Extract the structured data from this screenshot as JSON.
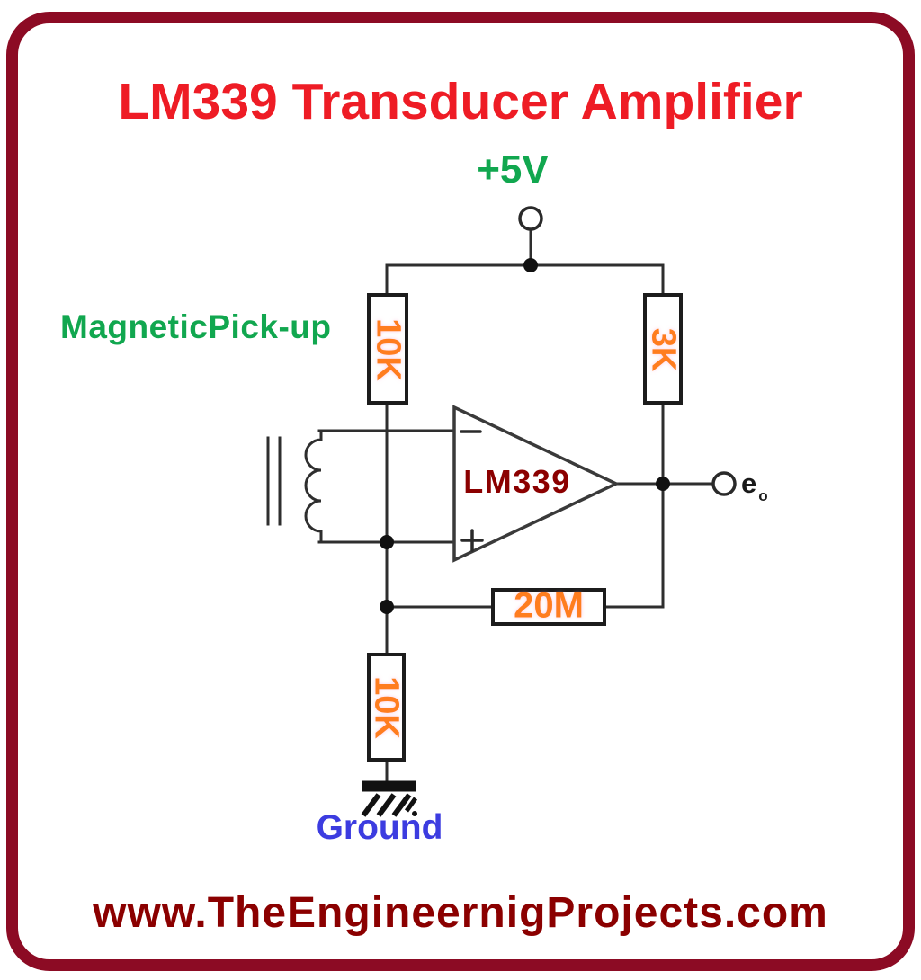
{
  "page": {
    "title": "LM339 Transducer Amplifier",
    "website": "www.TheEngineernigProjects.com"
  },
  "labels": {
    "supply": "+5V",
    "pickup": "MagneticPick-up",
    "ground": "Ground",
    "opamp": "LM339",
    "output_main": "e",
    "output_sub": "o"
  },
  "components": {
    "r1": {
      "value": "10K",
      "orientation": "vertical",
      "position": "top-left"
    },
    "r2": {
      "value": "3K",
      "orientation": "vertical",
      "position": "top-right"
    },
    "r3": {
      "value": "20M",
      "orientation": "horizontal",
      "position": "feedback"
    },
    "r4": {
      "value": "10K",
      "orientation": "vertical",
      "position": "bottom"
    }
  },
  "colors": {
    "border": "#8C0B24",
    "title": "#EE1C25",
    "green": "#11A74F",
    "orange": "#FF7D1F",
    "blue": "#3C3CE0",
    "maroon": "#8B0000",
    "wire": "#2E2E2E",
    "ink": "#1A1A1A"
  }
}
